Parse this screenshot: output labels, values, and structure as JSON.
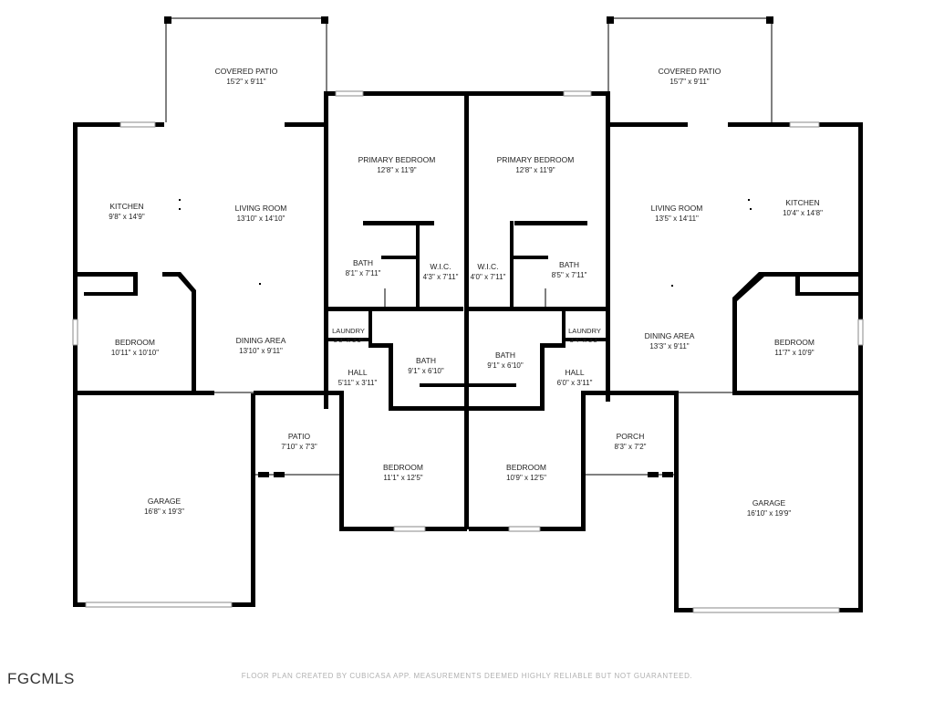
{
  "rooms": [
    {
      "id": "covered-patio-left",
      "name": "COVERED PATIO",
      "dims": "15'2\" x 9'11\""
    },
    {
      "id": "covered-patio-right",
      "name": "COVERED PATIO",
      "dims": "15'7\" x 9'11\""
    },
    {
      "id": "primary-bedroom-left",
      "name": "PRIMARY BEDROOM",
      "dims": "12'8\" x 11'9\""
    },
    {
      "id": "primary-bedroom-right",
      "name": "PRIMARY BEDROOM",
      "dims": "12'8\" x 11'9\""
    },
    {
      "id": "kitchen-left",
      "name": "KITCHEN",
      "dims": "9'8\" x 14'9\""
    },
    {
      "id": "living-room-left",
      "name": "LIVING ROOM",
      "dims": "13'10\" x 14'10\""
    },
    {
      "id": "living-room-right",
      "name": "LIVING ROOM",
      "dims": "13'5\" x 14'11\""
    },
    {
      "id": "kitchen-right",
      "name": "KITCHEN",
      "dims": "10'4\" x 14'8\""
    },
    {
      "id": "bath-left",
      "name": "BATH",
      "dims": "8'1\" x 7'11\""
    },
    {
      "id": "wic-left",
      "name": "W.I.C.",
      "dims": "4'3\" x 7'11\""
    },
    {
      "id": "wic-right",
      "name": "W.I.C.",
      "dims": "4'0\" x 7'11\""
    },
    {
      "id": "bath-right",
      "name": "BATH",
      "dims": "8'5\" x 7'11\""
    },
    {
      "id": "bedroom-left",
      "name": "BEDROOM",
      "dims": "10'11\" x 10'10\""
    },
    {
      "id": "dining-area-left",
      "name": "DINING AREA",
      "dims": "13'10\" x 9'11\""
    },
    {
      "id": "laundry-left",
      "name": "LAUNDRY",
      "dims": "3'3\" x 3'3\""
    },
    {
      "id": "laundry-right",
      "name": "LAUNDRY",
      "dims": "3'4\" x 3'3\""
    },
    {
      "id": "bath-center-left",
      "name": "BATH",
      "dims": "9'1\" x 6'10\""
    },
    {
      "id": "bath-center-right",
      "name": "BATH",
      "dims": "9'1\" x 6'10\""
    },
    {
      "id": "dining-area-right",
      "name": "DINING AREA",
      "dims": "13'3\" x 9'11\""
    },
    {
      "id": "bedroom-right",
      "name": "BEDROOM",
      "dims": "11'7\" x 10'9\""
    },
    {
      "id": "hall-left",
      "name": "HALL",
      "dims": "5'11\" x 3'11\""
    },
    {
      "id": "hall-right",
      "name": "HALL",
      "dims": "6'0\" x 3'11\""
    },
    {
      "id": "patio",
      "name": "PATIO",
      "dims": "7'10\" x 7'3\""
    },
    {
      "id": "porch",
      "name": "PORCH",
      "dims": "8'3\" x 7'2\""
    },
    {
      "id": "bedroom-center-left",
      "name": "BEDROOM",
      "dims": "11'1\" x 12'5\""
    },
    {
      "id": "bedroom-center-right",
      "name": "BEDROOM",
      "dims": "10'9\" x 12'5\""
    },
    {
      "id": "garage-left",
      "name": "GARAGE",
      "dims": "16'8\" x 19'3\""
    },
    {
      "id": "garage-right",
      "name": "GARAGE",
      "dims": "16'10\" x 19'9\""
    }
  ],
  "footer": {
    "disclaimer": "FLOOR PLAN CREATED BY CUBICASA APP. MEASUREMENTS DEEMED HIGHLY RELIABLE BUT NOT GUARANTEED.",
    "logo": "FGCMLS"
  }
}
